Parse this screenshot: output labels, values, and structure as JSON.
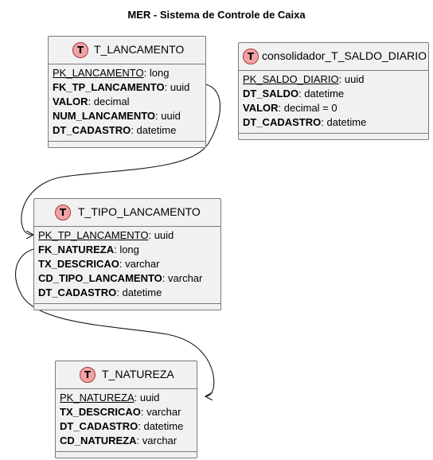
{
  "title": "MER - Sistema de Controle de Caixa",
  "entities": {
    "lanc": {
      "badge": "T",
      "name": "T_LANCAMENTO",
      "fields": [
        {
          "name": "PK_LANCAMENTO",
          "type": ": long",
          "style": "pk"
        },
        {
          "name": "FK_TP_LANCAMENTO",
          "type": ": uuid",
          "style": "b"
        },
        {
          "name": "VALOR",
          "type": ": decimal",
          "style": "b"
        },
        {
          "name": "NUM_LANCAMENTO",
          "type": ": uuid",
          "style": "b"
        },
        {
          "name": "DT_CADASTRO",
          "type": ": datetime",
          "style": "b"
        }
      ]
    },
    "saldo": {
      "badge": "T",
      "name": "consolidador_T_SALDO_DIARIO",
      "fields": [
        {
          "name": "PK_SALDO_DIARIO",
          "type": ": uuid",
          "style": "pk"
        },
        {
          "name": "DT_SALDO",
          "type": ": datetime",
          "style": "b"
        },
        {
          "name": "VALOR",
          "type": ": decimal = 0",
          "style": "b"
        },
        {
          "name": "DT_CADASTRO",
          "type": ": datetime",
          "style": "b"
        }
      ]
    },
    "tipo": {
      "badge": "T",
      "name": "T_TIPO_LANCAMENTO",
      "fields": [
        {
          "name": "PK_TP_LANCAMENTO",
          "type": ": uuid",
          "style": "pk"
        },
        {
          "name": "FK_NATUREZA",
          "type": ": long",
          "style": "b"
        },
        {
          "name": "TX_DESCRICAO",
          "type": ": varchar",
          "style": "b"
        },
        {
          "name": "CD_TIPO_LANCAMENTO",
          "type": ": varchar",
          "style": "b"
        },
        {
          "name": "DT_CADASTRO",
          "type": ": datetime",
          "style": "b"
        }
      ]
    },
    "nat": {
      "badge": "T",
      "name": "T_NATUREZA",
      "fields": [
        {
          "name": "PK_NATUREZA",
          "type": ": uuid",
          "style": "pk"
        },
        {
          "name": "TX_DESCRICAO",
          "type": ": varchar",
          "style": "b"
        },
        {
          "name": "DT_CADASTRO",
          "type": ": datetime",
          "style": "b"
        },
        {
          "name": "CD_NATUREZA",
          "type": ": varchar",
          "style": "b"
        }
      ]
    }
  },
  "colors": {
    "entity_fill": "#f1f1f1",
    "entity_border": "#7a7a7a",
    "badge_fill": "#f2a4a4",
    "badge_border": "#a33a3a",
    "edge": "#181818"
  }
}
